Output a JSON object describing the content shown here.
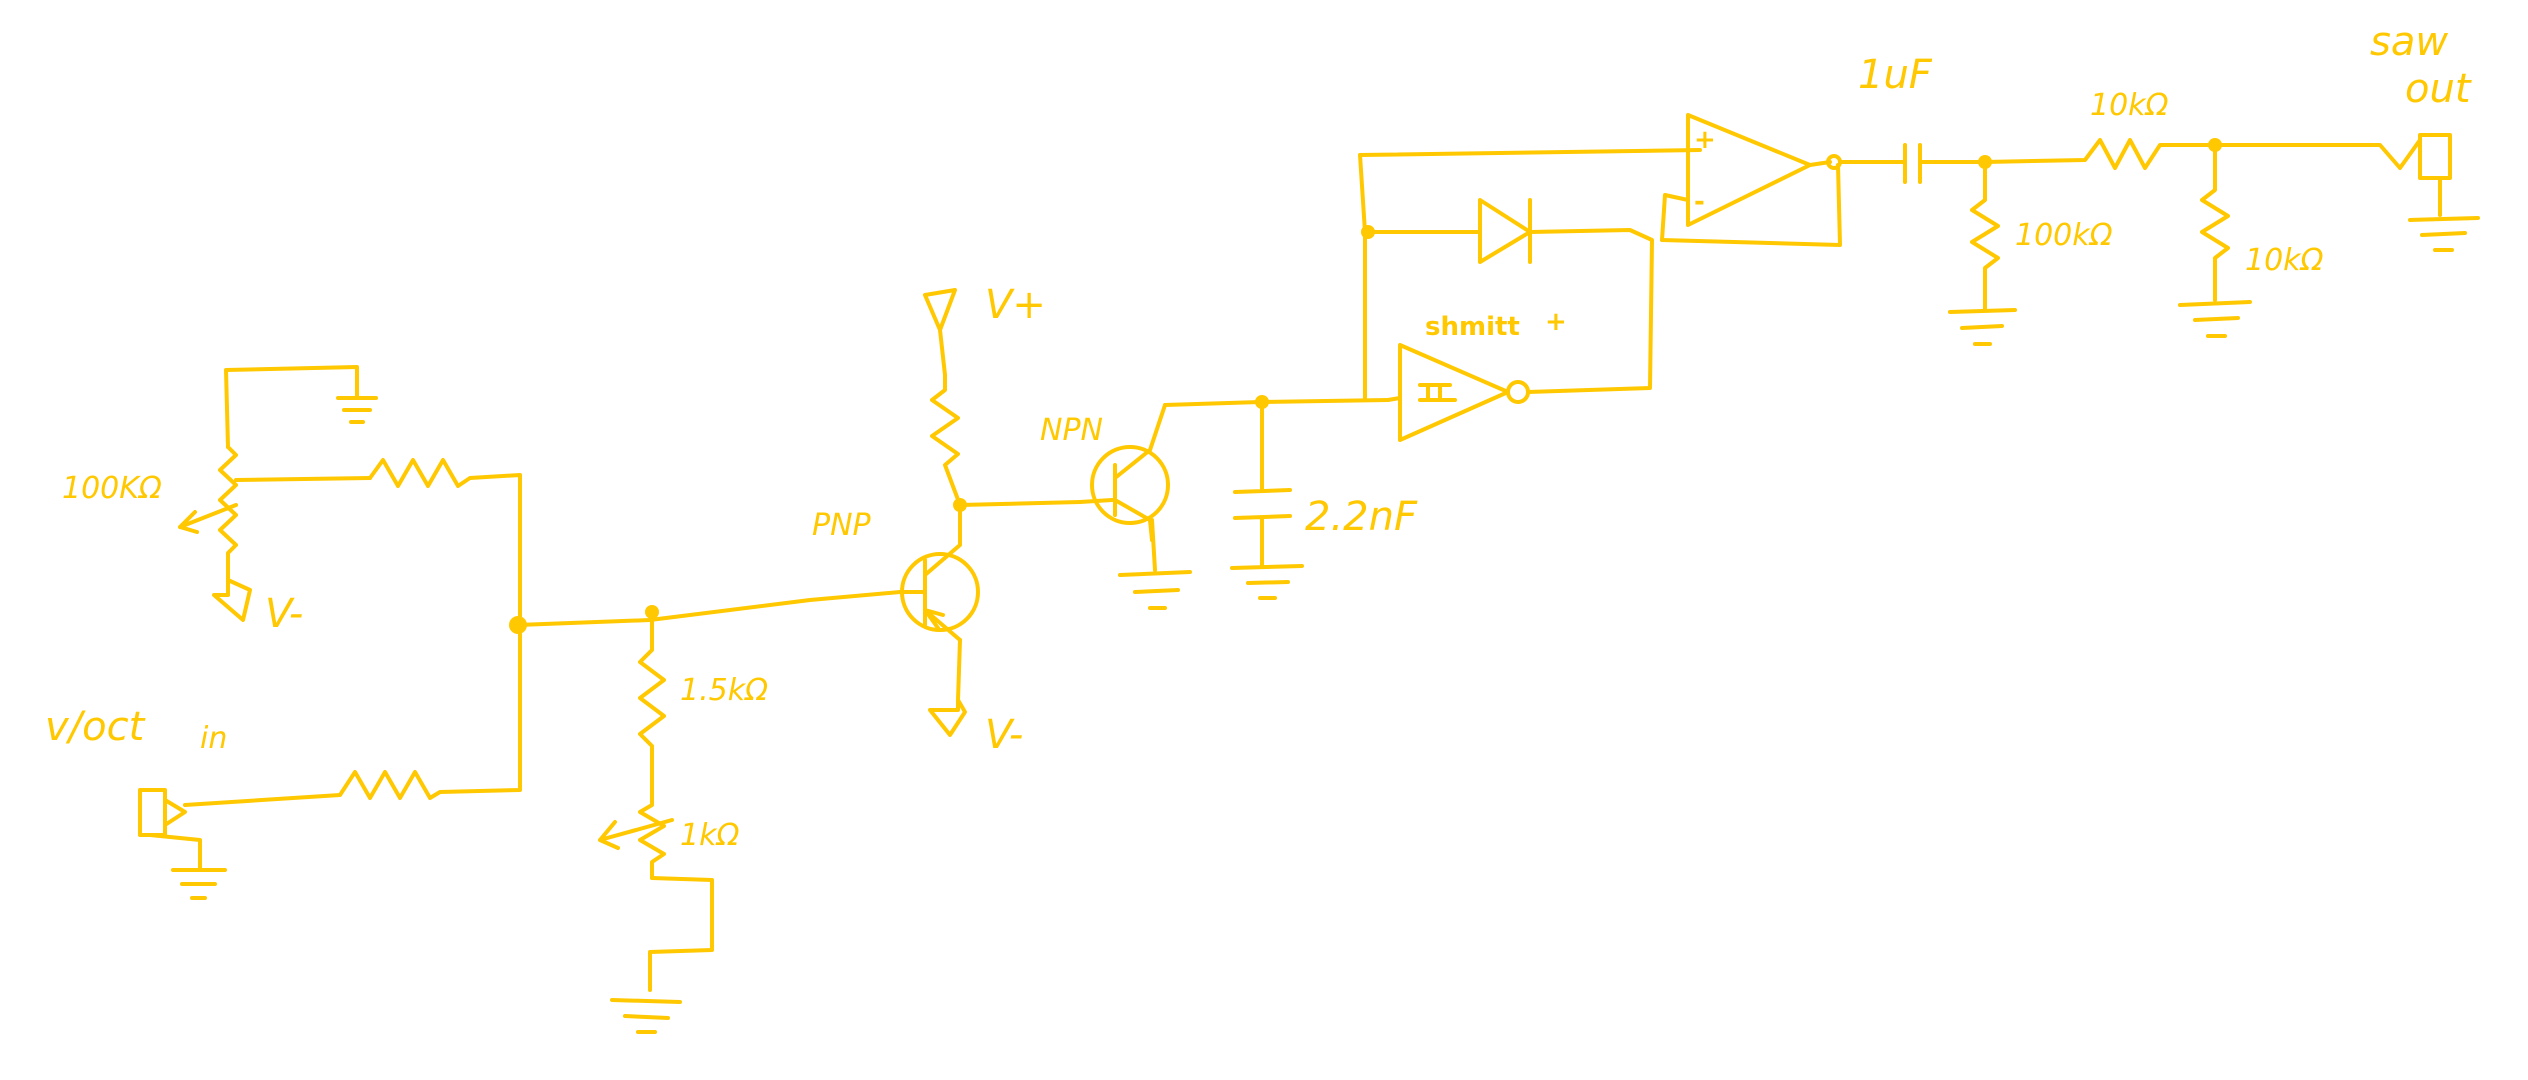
{
  "stroke_color": "#FFC800",
  "background_color": "#FFFFFF",
  "labels": {
    "pot_100k": "100KΩ",
    "v_minus_left": "V-",
    "voct_in": "v/oct",
    "voct_in_sub": "in",
    "r_1_5k": "1.5kΩ",
    "trim_1k": "1kΩ",
    "pnp": "PNP",
    "v_plus": "V+",
    "v_minus_pnp": "V-",
    "npn": "NPN",
    "cap_2_2nf": "2.2nF",
    "schmitt": "shmitt",
    "cap_1uf": "1uF",
    "r_10k_series": "10kΩ",
    "r_100k_shunt": "100kΩ",
    "r_10k_shunt": "10kΩ",
    "saw_out": "saw",
    "saw_out_sub": "out",
    "opamp_plus": "+",
    "opamp_minus": "-"
  }
}
